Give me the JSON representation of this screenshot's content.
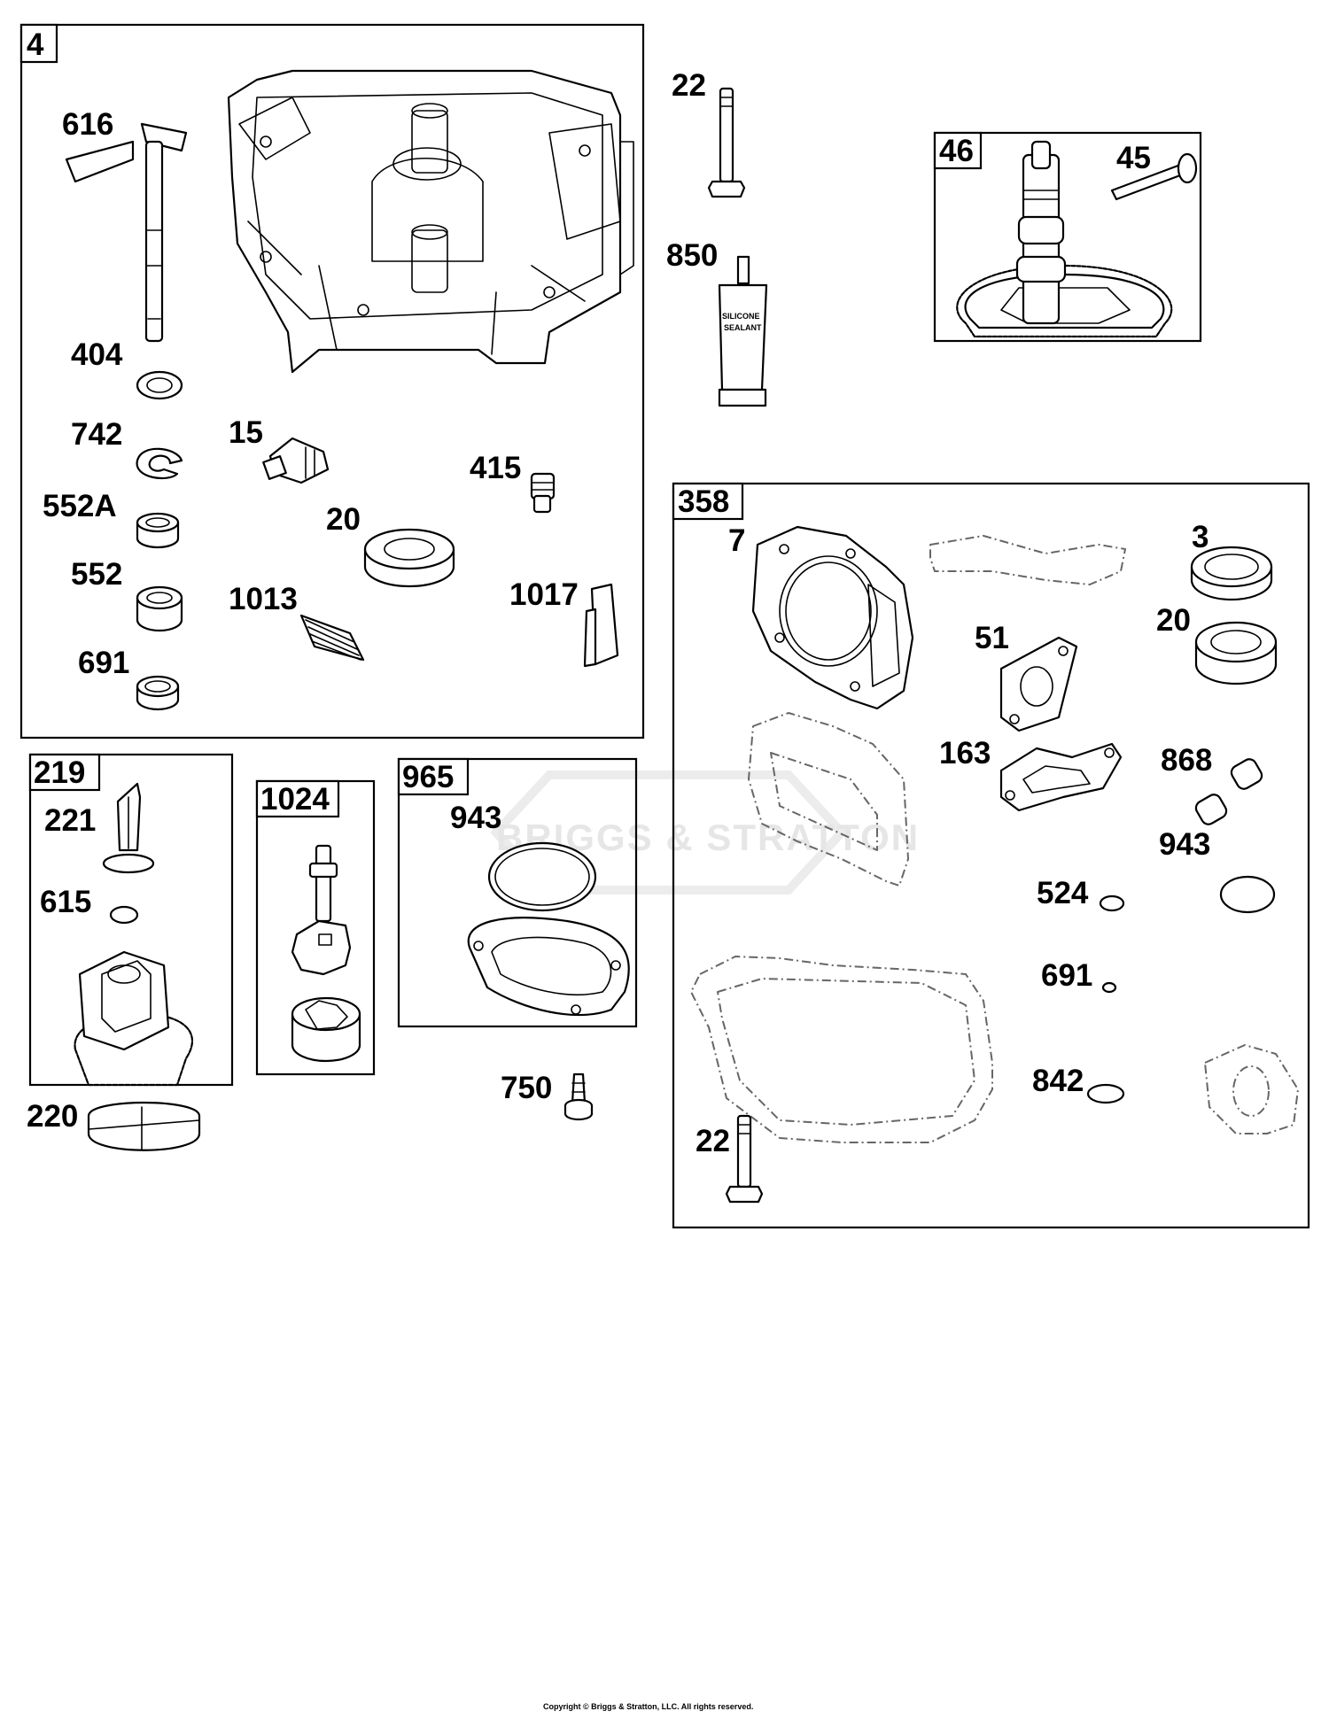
{
  "watermark": "BRIGGS & STRATTON",
  "tube_text": [
    "SILICONE",
    "SEALANT"
  ],
  "copyright": "Copyright © Briggs & Stratton, LLC. All rights reserved.",
  "group_tags": {
    "g4": "4",
    "g46": "46",
    "g358": "358",
    "g219": "219",
    "g1024": "1024",
    "g965": "965"
  },
  "parts": {
    "p616": "616",
    "p404": "404",
    "p742": "742",
    "p552a": "552A",
    "p552": "552",
    "p691a": "691",
    "p15": "15",
    "p20a": "20",
    "p415": "415",
    "p1013": "1013",
    "p1017": "1017",
    "p22a": "22",
    "p850": "850",
    "p45": "45",
    "p7": "7",
    "p3": "3",
    "p20b": "20",
    "p51": "51",
    "p163": "163",
    "p868": "868",
    "p524": "524",
    "p943b": "943",
    "p691b": "691",
    "p842": "842",
    "p22b": "22",
    "p221": "221",
    "p615": "615",
    "p220": "220",
    "p943a": "943",
    "p750": "750"
  }
}
